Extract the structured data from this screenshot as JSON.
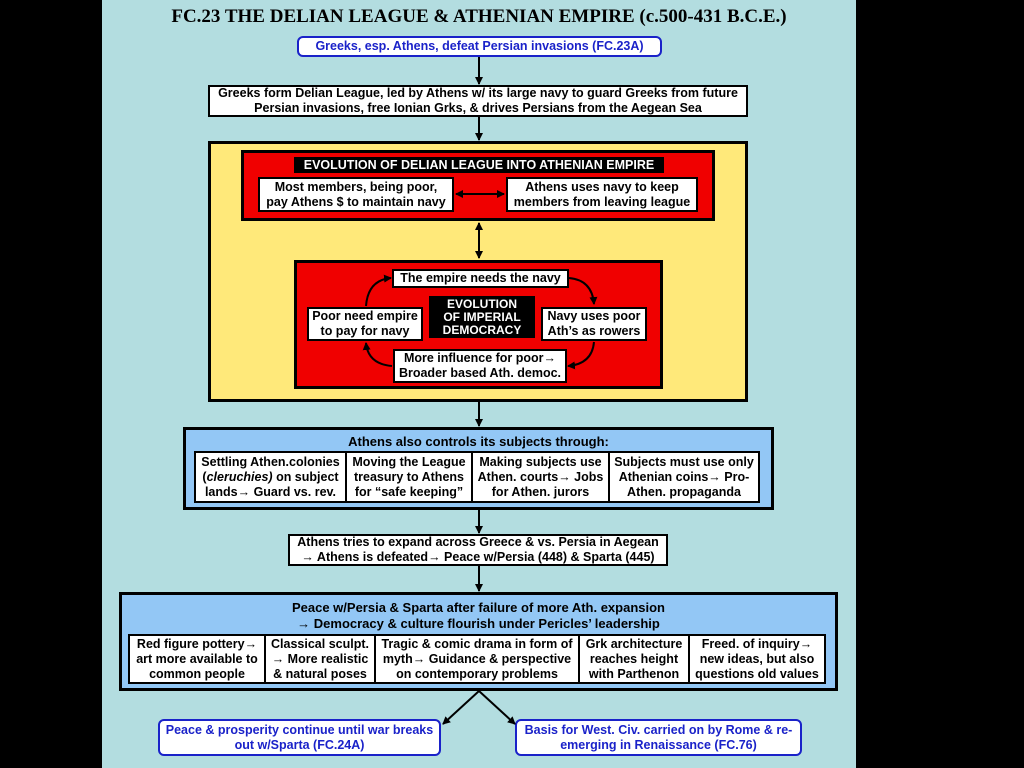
{
  "title": "FC.23 THE DELIAN LEAGUE & ATHENIAN EMPIRE (c.500-431 B.C.E.)",
  "intro": "Greeks, esp. Athens, defeat Persian invasions (FC.23A)",
  "league": {
    "line1": "Greeks form Delian League, led by Athens w/ its large navy to guard Greeks from future",
    "line2": "Persian invasions, free Ionian Grks, & drives Persians from the Aegean Sea"
  },
  "evolution": {
    "header": "EVOLUTION OF DELIAN LEAGUE INTO ATHENIAN EMPIRE",
    "left1": "Most members, being poor,",
    "left2": "pay Athens $ to maintain navy",
    "right1": "Athens uses navy to keep",
    "right2": "members from leaving league"
  },
  "cycle": {
    "center1": "EVOLUTION",
    "center2": "OF IMPERIAL",
    "center3": "DEMOCRACY",
    "top": "The empire needs the navy",
    "left1": "Poor need empire",
    "left2": "to pay for navy",
    "right1": "Navy uses poor",
    "right2": "Ath’s as rowers",
    "bottom1": "More influence for poor→",
    "bottom2": "Broader based Ath. democ."
  },
  "controls": {
    "header": "Athens also controls its subjects through:",
    "items": [
      {
        "l1": "Settling Athen.colonies",
        "l2a": "(",
        "l2i": "cleruchies)",
        "l2b": " on subject",
        "l3": "lands→ Guard vs. rev."
      },
      {
        "l1": "Moving the League",
        "l2": "treasury to Athens",
        "l3": "for “safe keeping”"
      },
      {
        "l1": "Making subjects use",
        "l2": "Athen. courts→ Jobs",
        "l3": "for Athen. jurors"
      },
      {
        "l1": "Subjects must use only",
        "l2": "Athenian coins→ Pro-",
        "l3": "Athen. propaganda"
      }
    ]
  },
  "expand": {
    "line1": "Athens tries to expand across Greece & vs. Persia in Aegean",
    "line2": "→ Athens is defeated→ Peace w/Persia (448) & Sparta (445)"
  },
  "peace": {
    "header1": "Peace w/Persia & Sparta after failure of more Ath. expansion",
    "header2": "→  Democracy & culture flourish under Pericles’ leadership",
    "items": [
      {
        "l1": "Red figure pottery→",
        "l2": "art more available to",
        "l3": "common people"
      },
      {
        "l1": "Classical sculpt.",
        "l2": "→ More realistic",
        "l3": "& natural poses"
      },
      {
        "l1": "Tragic & comic drama in form of",
        "l2": "myth→ Guidance & perspective",
        "l3": "on contemporary problems"
      },
      {
        "l1": "Grk architecture",
        "l2": "reaches height",
        "l3": "with Parthenon"
      },
      {
        "l1": "Freed. of inquiry→",
        "l2": "new ideas, but also",
        "l3": "questions old values"
      }
    ]
  },
  "outcomes": {
    "left1": "Peace & prosperity continue until war breaks",
    "left2": "out w/Sparta (FC.24A)",
    "right1": "Basis for West. Civ. carried on by Rome & re-",
    "right2": "emerging in Renaissance (FC.76)"
  },
  "colors": {
    "background": "#b3dde0",
    "yellow": "#ffe97a",
    "red": "#f00000",
    "lightblue": "#93c7f5",
    "link_blue": "#1a22c9"
  }
}
